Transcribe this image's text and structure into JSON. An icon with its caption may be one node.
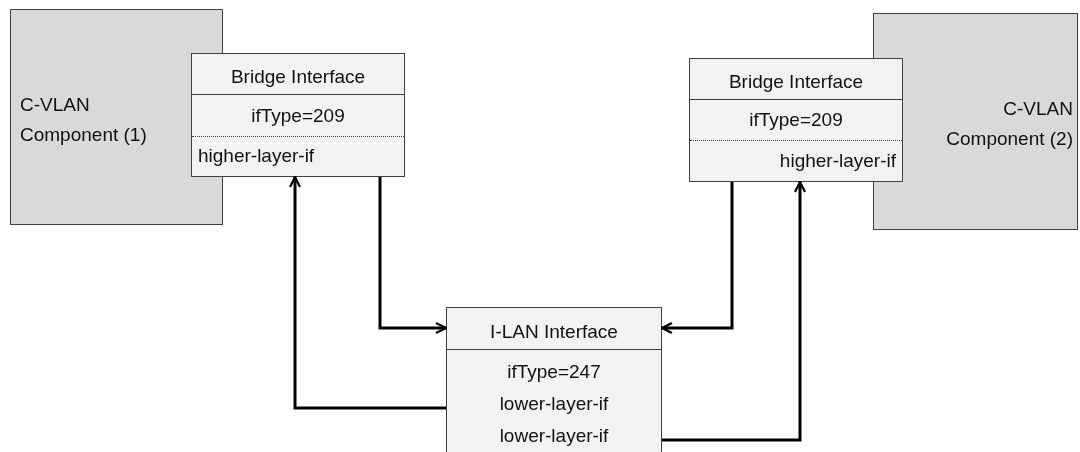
{
  "diagram": {
    "nodes": [
      {
        "text": [
          "C-VLAN Component (1)"
        ]
      },
      {
        "text": [
          "Bridge Interface",
          "ifType=209",
          "higher-layer-if"
        ]
      },
      {
        "text": [
          "Bridge Interface",
          "ifType=209",
          "higher-layer-if"
        ]
      },
      {
        "text": [
          "C-VLAN Component (2)"
        ]
      },
      {
        "text": [
          "I-LAN Interface",
          "ifType=247",
          "lower-layer-if",
          "lower-layer-if"
        ]
      }
    ],
    "edges": [
      {
        "from": 1,
        "to": 4,
        "arrow": "to"
      },
      {
        "from": 4,
        "to": 1,
        "arrow": "to"
      },
      {
        "from": 2,
        "to": 4,
        "arrow": "to"
      },
      {
        "from": 4,
        "to": 2,
        "arrow": "to"
      }
    ]
  }
}
